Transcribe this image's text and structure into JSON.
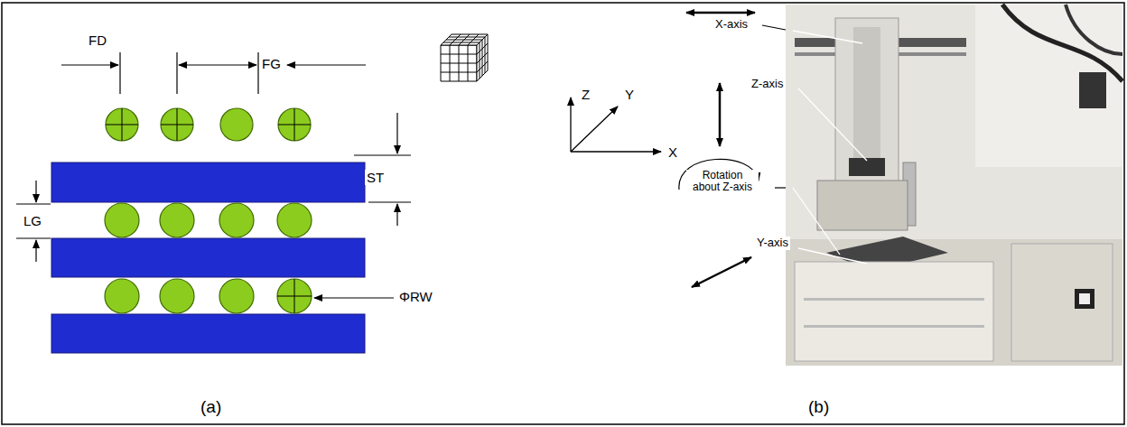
{
  "diagram": {
    "labels": [
      "FD",
      "FG",
      "ST",
      "LG",
      "ΦRW",
      "Z",
      "Y",
      "X",
      "X-axis",
      "Z-axis",
      "Rotation about Z-axis",
      "Y-axis",
      "(a)",
      "(b)"
    ]
  }
}
